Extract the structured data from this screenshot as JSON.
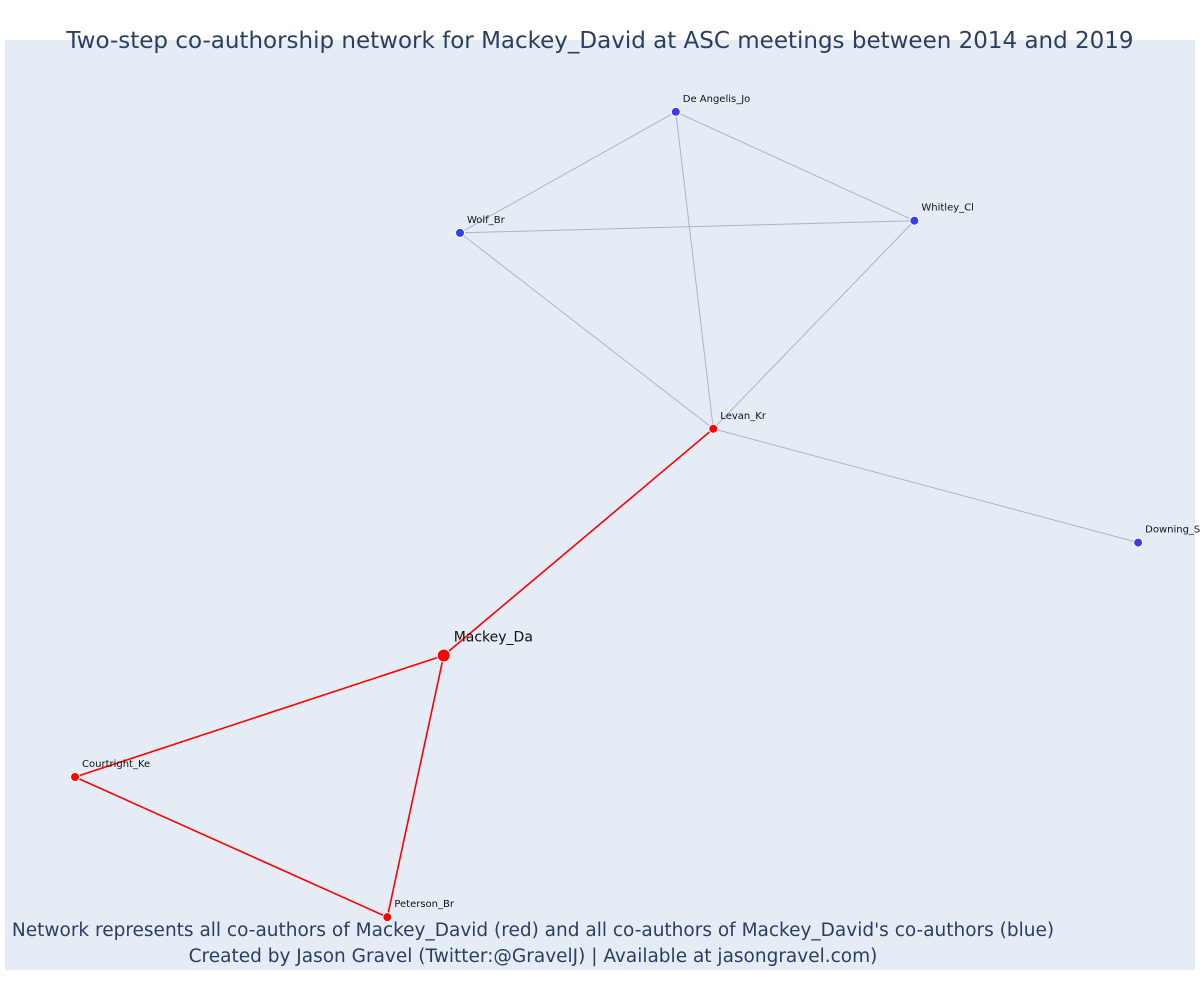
{
  "chart_data": {
    "type": "network",
    "title": "Two-step co-authorship network for Mackey_David at ASC meetings between 2014 and 2019",
    "caption_lines": [
      "Network represents all co-authors of Mackey_David (red) and all co-authors of Mackey_David's co-authors (blue)",
      "Created by Jason Gravel (Twitter:@GravelJ) | Available at jasongravel.com)"
    ],
    "colors": {
      "background": "#e5ecf6",
      "direct": "#ff0000",
      "second_step": "#3b3bf0",
      "second_step_edge": "#b0b4c4"
    },
    "nodes": [
      {
        "id": "Mackey_Da",
        "label": "Mackey_Da",
        "group": "focal",
        "x": 0.4335,
        "y": 0.637
      },
      {
        "id": "Levan_Kr",
        "label": "Levan_Kr",
        "group": "direct",
        "x": 0.6999,
        "y": 0.4167
      },
      {
        "id": "Courtright_Ke",
        "label": "Courtright_Ke",
        "group": "direct",
        "x": 0.0692,
        "y": 0.7551
      },
      {
        "id": "Peterson_Br",
        "label": "Peterson_Br",
        "group": "direct",
        "x": 0.3778,
        "y": 0.8913
      },
      {
        "id": "De Angelis_Jo",
        "label": "De Angelis_Jo",
        "group": "second_step",
        "x": 0.6628,
        "y": 0.1087
      },
      {
        "id": "Wolf_Br",
        "label": "Wolf_Br",
        "group": "second_step",
        "x": 0.4496,
        "y": 0.2263
      },
      {
        "id": "Whitley_Cl",
        "label": "Whitley_Cl",
        "group": "second_step",
        "x": 0.8986,
        "y": 0.2145
      },
      {
        "id": "Downing_St",
        "label": "Downing_St",
        "group": "second_step",
        "x": 1.1197,
        "y": 0.5273
      }
    ],
    "edges": [
      {
        "source": "Mackey_Da",
        "target": "Levan_Kr",
        "group": "direct"
      },
      {
        "source": "Mackey_Da",
        "target": "Courtright_Ke",
        "group": "direct"
      },
      {
        "source": "Mackey_Da",
        "target": "Peterson_Br",
        "group": "direct"
      },
      {
        "source": "Courtright_Ke",
        "target": "Peterson_Br",
        "group": "direct"
      },
      {
        "source": "Levan_Kr",
        "target": "De Angelis_Jo",
        "group": "second_step"
      },
      {
        "source": "Levan_Kr",
        "target": "Wolf_Br",
        "group": "second_step"
      },
      {
        "source": "Levan_Kr",
        "target": "Whitley_Cl",
        "group": "second_step"
      },
      {
        "source": "Levan_Kr",
        "target": "Downing_St",
        "group": "second_step"
      },
      {
        "source": "De Angelis_Jo",
        "target": "Wolf_Br",
        "group": "second_step"
      },
      {
        "source": "De Angelis_Jo",
        "target": "Whitley_Cl",
        "group": "second_step"
      },
      {
        "source": "Wolf_Br",
        "target": "Whitley_Cl",
        "group": "second_step"
      }
    ]
  }
}
